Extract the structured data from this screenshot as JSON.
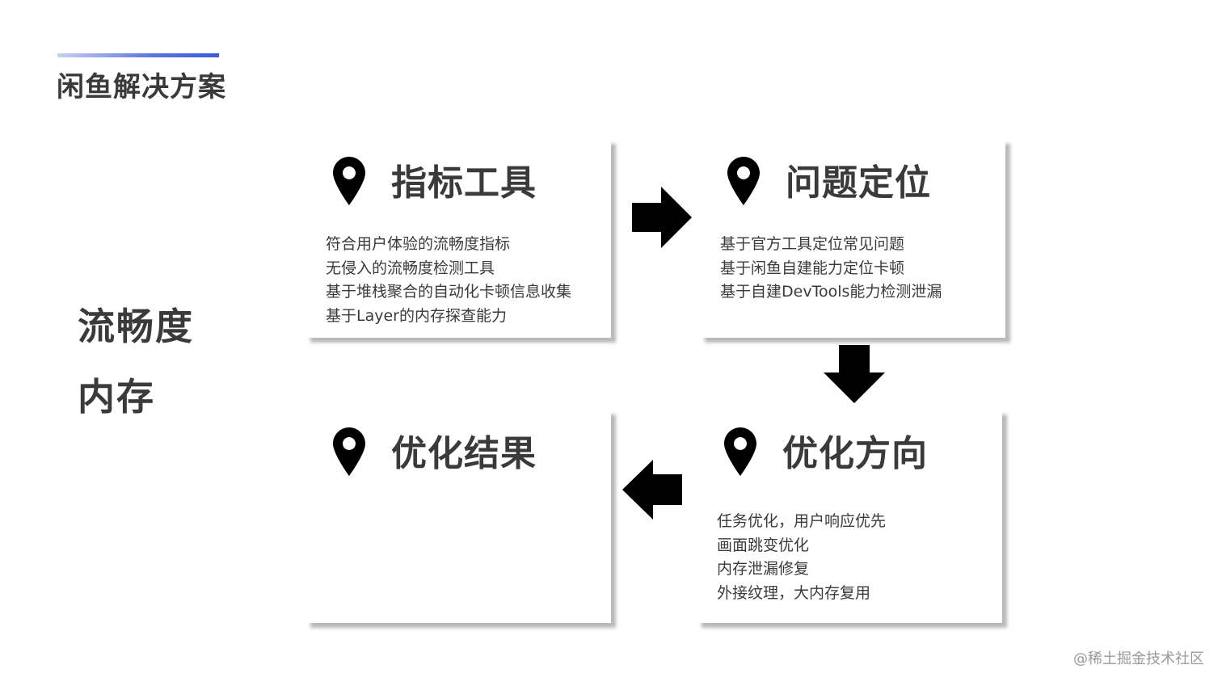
{
  "header": {
    "title": "闲鱼解决方案",
    "accent_color": "#4a66dd"
  },
  "side_labels": [
    "流畅度",
    "内存"
  ],
  "cards": [
    {
      "title": "指标工具",
      "icon": "map-pin-icon",
      "items": [
        "符合用户体验的流畅度指标",
        "无侵入的流畅度检测工具",
        "基于堆栈聚合的自动化卡顿信息收集",
        "基于Layer的内存探查能力"
      ]
    },
    {
      "title": "问题定位",
      "icon": "map-pin-icon",
      "items": [
        "基于官方工具定位常见问题",
        "基于闲鱼自建能力定位卡顿",
        "基于自建DevTools能力检测泄漏"
      ]
    },
    {
      "title": "优化方向",
      "icon": "map-pin-icon",
      "items": [
        "任务优化，用户响应优先",
        "画面跳变优化",
        "内存泄漏修复",
        "外接纹理，大内存复用"
      ]
    },
    {
      "title": "优化结果",
      "icon": "map-pin-icon",
      "items": []
    }
  ],
  "arrows": [
    "arrow-right-icon",
    "arrow-down-icon",
    "arrow-left-icon"
  ],
  "watermark": "@稀土掘金技术社区"
}
